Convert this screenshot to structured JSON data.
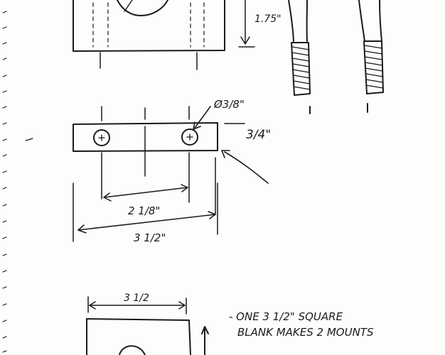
{
  "sketch": {
    "top_dimension": "1.75\"",
    "hole_diameter": "Ø3/8\"",
    "bar_thickness": "3/4\"",
    "hole_spacing": "2 1/8\"",
    "bar_length": "3 1/2\"",
    "blank_width": "3 1/2",
    "note_line1": "- ONE 3 1/2\" SQUARE",
    "note_line2": "BLANK MAKES 2 MOUNTS"
  }
}
